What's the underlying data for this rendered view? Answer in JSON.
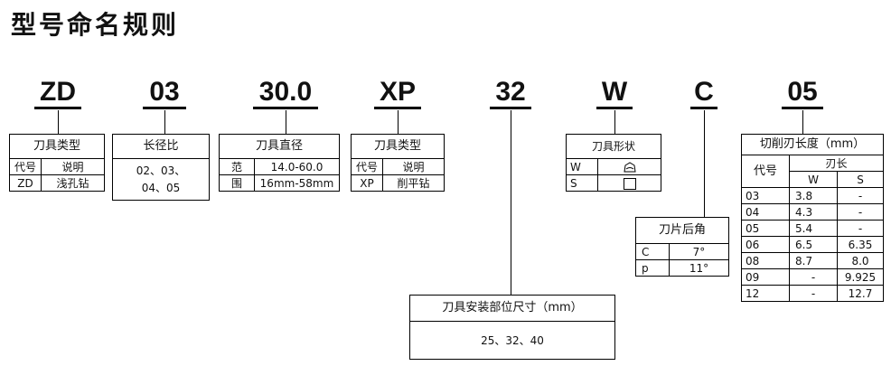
{
  "title": "型号命名规则",
  "codes": [
    "ZD",
    "03",
    "30.0",
    "XP",
    "32",
    "W",
    "C",
    "05"
  ],
  "hole_type": {
    "header": "刀具类型",
    "col1": "代号",
    "col2": "说明",
    "code": "ZD",
    "desc": "浅孔钻"
  },
  "ratio": {
    "header": "长径比",
    "line1": "02、03、",
    "line2": "04、05"
  },
  "diameter": {
    "header": "刀具直径",
    "label1": "范",
    "label2": "围",
    "value1": "14.0-60.0",
    "value2": "16mm-58mm"
  },
  "tool_type": {
    "header": "刀具类型",
    "col1": "代号",
    "col2": "说明",
    "code": "XP",
    "desc": "削平钻"
  },
  "mount": {
    "header": "刀具安装部位尺寸（mm）",
    "values": "25、32、40"
  },
  "shape": {
    "header": "刀具形状",
    "row1_code": "W",
    "row1_icon": "blade-shape-icon",
    "row2_code": "S",
    "row2_icon": "square-icon"
  },
  "angle": {
    "header": "刀片后角",
    "row1_code": "C",
    "row1_value": "7°",
    "row2_code": "p",
    "row2_value": "11°"
  },
  "cut_length": {
    "header": "切削刃长度（mm）",
    "col_code": "代号",
    "col_group": "刃长",
    "col_w": "W",
    "col_s": "S",
    "rows": [
      {
        "code": "03",
        "w": "3.8",
        "s": "-"
      },
      {
        "code": "04",
        "w": "4.3",
        "s": "-"
      },
      {
        "code": "05",
        "w": "5.4",
        "s": "-"
      },
      {
        "code": "06",
        "w": "6.5",
        "s": "6.35"
      },
      {
        "code": "08",
        "w": "8.7",
        "s": "8.0"
      },
      {
        "code": "09",
        "w": "-",
        "s": "9.925"
      },
      {
        "code": "12",
        "w": "-",
        "s": "12.7"
      }
    ]
  }
}
